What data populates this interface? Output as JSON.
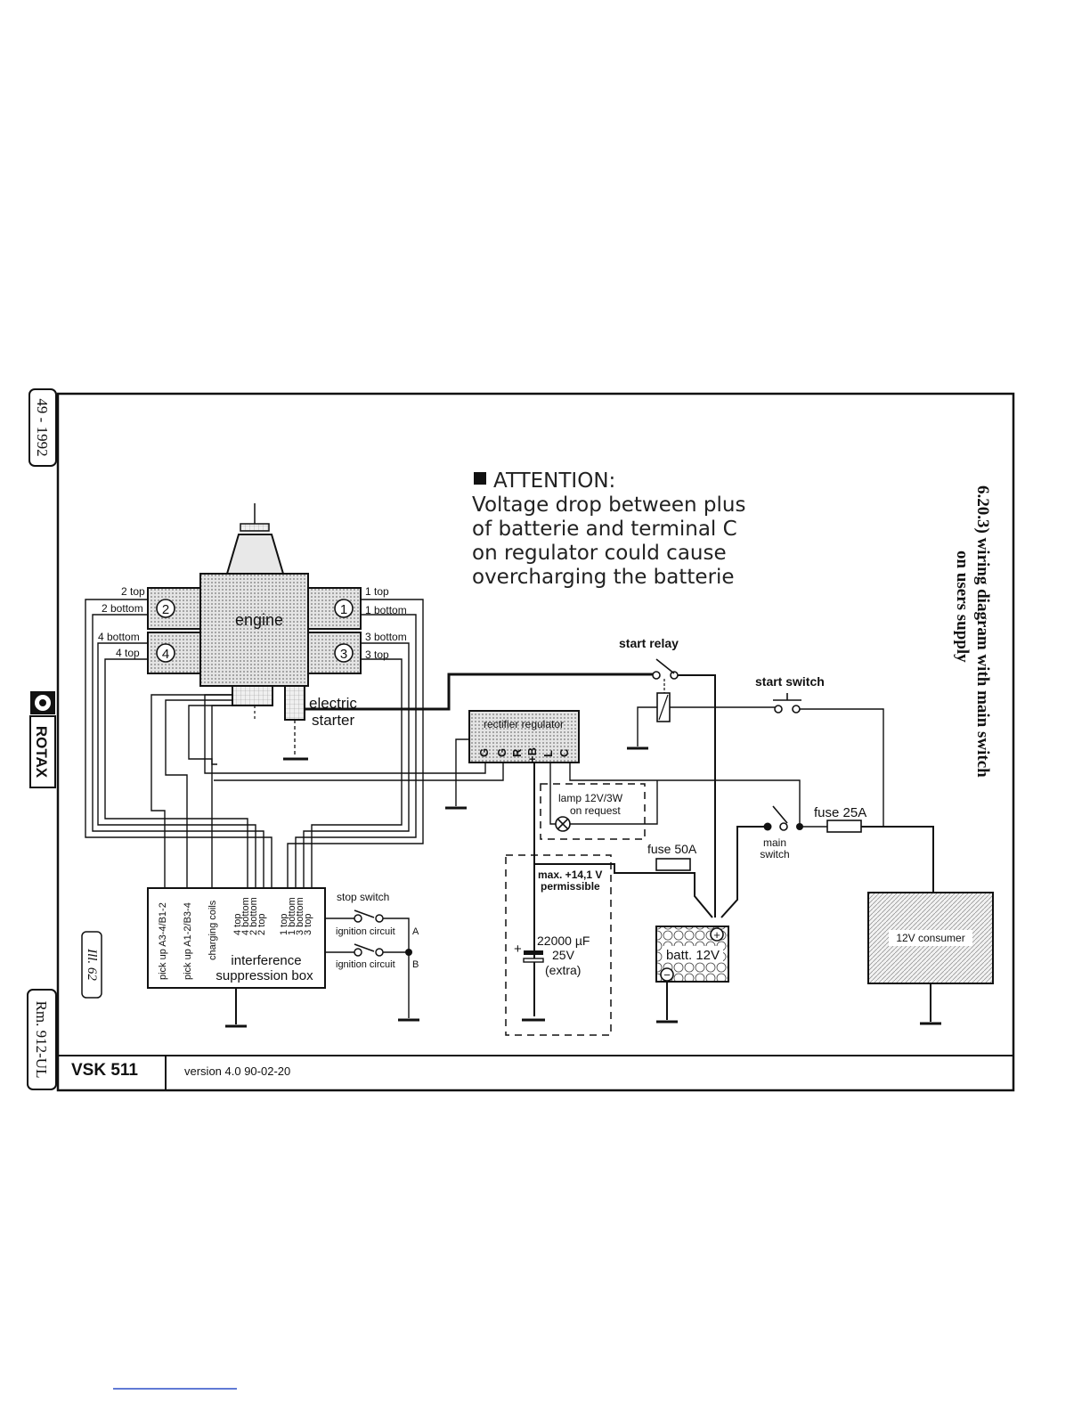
{
  "side_labels": {
    "ref_top": "49 - 1992",
    "brand": "ROTAX",
    "ref_bottom": "Rm. 912-UL",
    "illustration": "Ill. 62"
  },
  "caption": {
    "line1": "6.20.3)  wiring diagram with  main switch",
    "line2": "on users supply"
  },
  "attention": {
    "heading": "ATTENTION:",
    "lines": [
      "Voltage drop between plus",
      "of batterie and terminal C",
      "on regulator could cause",
      "overcharging the batterie"
    ]
  },
  "engine": {
    "label": "engine",
    "cyl_left": [
      "2",
      "4"
    ],
    "cyl_right": [
      "1",
      "3"
    ],
    "left_labels": [
      "2 top",
      "2 bottom",
      "4 bottom",
      "4 top"
    ],
    "right_labels": [
      "1 top",
      "1 bottom",
      "3 bottom",
      "3 top"
    ]
  },
  "starter": {
    "line1": "electric",
    "line2": "starter"
  },
  "regulator": {
    "title": "rectifier regulator",
    "terminals": [
      "G",
      "G",
      "R",
      "+B",
      "L",
      "C"
    ]
  },
  "lamp": {
    "line1": "lamp 12V/3W",
    "line2": "on request"
  },
  "start_relay": "start relay",
  "start_switch": "start switch",
  "main_switch": {
    "line1": "main",
    "line2": "switch"
  },
  "fuse_25": "fuse 25A",
  "fuse_50": "fuse 50A",
  "capacitor": {
    "note1": "max. +14,1 V",
    "note2": "permissible",
    "value": "22000 µF",
    "voltage": "25V",
    "extra": "(extra)",
    "plus": "+"
  },
  "battery": {
    "label": "batt. 12V",
    "plus": "+",
    "minus": "−"
  },
  "consumer": "12V consumer",
  "suppression_box": {
    "line1": "interference",
    "line2": "suppression box",
    "vertical_labels": [
      "pick up A3-4/B1-2",
      "pick up A1-2/B3-4",
      "charging coils"
    ],
    "top_labels": [
      "4 top",
      "4 bottom",
      "2 bottom",
      "2 top",
      "1 top",
      "1 bottom",
      "3 bottom",
      "3 top"
    ]
  },
  "stop_switch": "stop switch",
  "ignition_a": "ignition circuit",
  "ignition_b": "ignition circuit",
  "terminal_a": "A",
  "terminal_b": "B",
  "footer": {
    "code": "VSK 511",
    "version": "version 4.0 90-02-20"
  }
}
